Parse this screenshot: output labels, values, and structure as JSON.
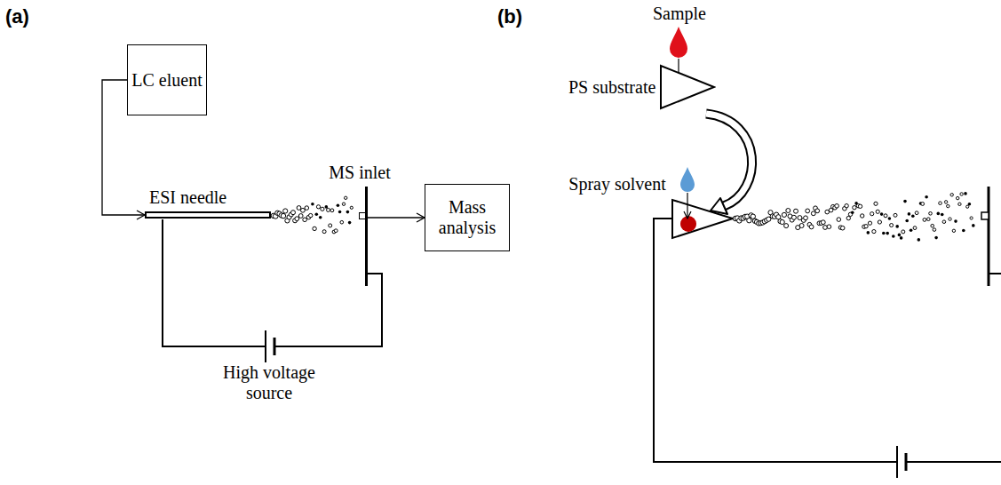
{
  "diagram": {
    "nodes": [
      {
        "text": [
          "LC eluent"
        ]
      },
      {
        "text": [
          "ESI needle"
        ]
      },
      {
        "text": [
          "MS inlet"
        ]
      },
      {
        "text": [
          "Mass analysis"
        ]
      },
      {
        "text": [
          "PS substrate"
        ]
      }
    ],
    "edges": [
      {
        "from": 0,
        "to": 1,
        "arrow": "to"
      },
      {
        "from": 2,
        "to": 3,
        "arrow": "to"
      }
    ],
    "labels": [
      "(a)",
      "(b)",
      "High voltage source",
      "Sample",
      "Spray solvent"
    ]
  }
}
